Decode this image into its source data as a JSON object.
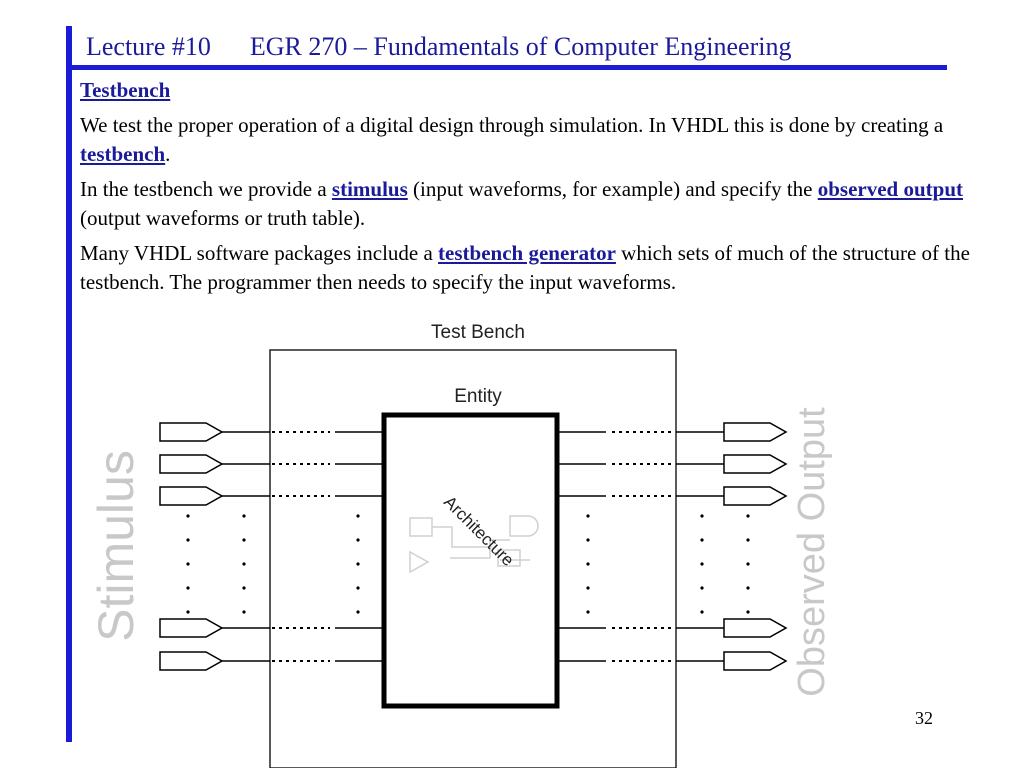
{
  "header": {
    "lecture": "Lecture #10",
    "course": "EGR 270 – Fundamentals of Computer Engineering"
  },
  "section_heading": "Testbench",
  "paragraphs": [
    {
      "part1": "We test the proper operation of a digital design through simulation.  In VHDL this is done by creating a ",
      "term1": "testbench",
      "part2": "."
    },
    {
      "part1": "In the testbench we provide a ",
      "term1": "stimulus",
      "part2": " (input waveforms, for example) and specify the ",
      "term2": "observed output",
      "part3": " (output waveforms or truth table)."
    },
    {
      "part1": "Many VHDL software packages include a ",
      "term1": "testbench generator",
      "part2": " which sets of much of the structure of the testbench.  The programmer then needs to specify the input waveforms."
    }
  ],
  "diagram": {
    "test_bench_label": "Test Bench",
    "entity_label": "Entity",
    "architecture_label": "Architecture",
    "stimulus_label": "Stimulus",
    "observed_output_label": "Observed Output"
  },
  "page_number": "32",
  "colors": {
    "accent_blue": "#1c1cd8",
    "title_blue": "#1a1a9a",
    "faded_label_gray": "#c8c8c8"
  }
}
